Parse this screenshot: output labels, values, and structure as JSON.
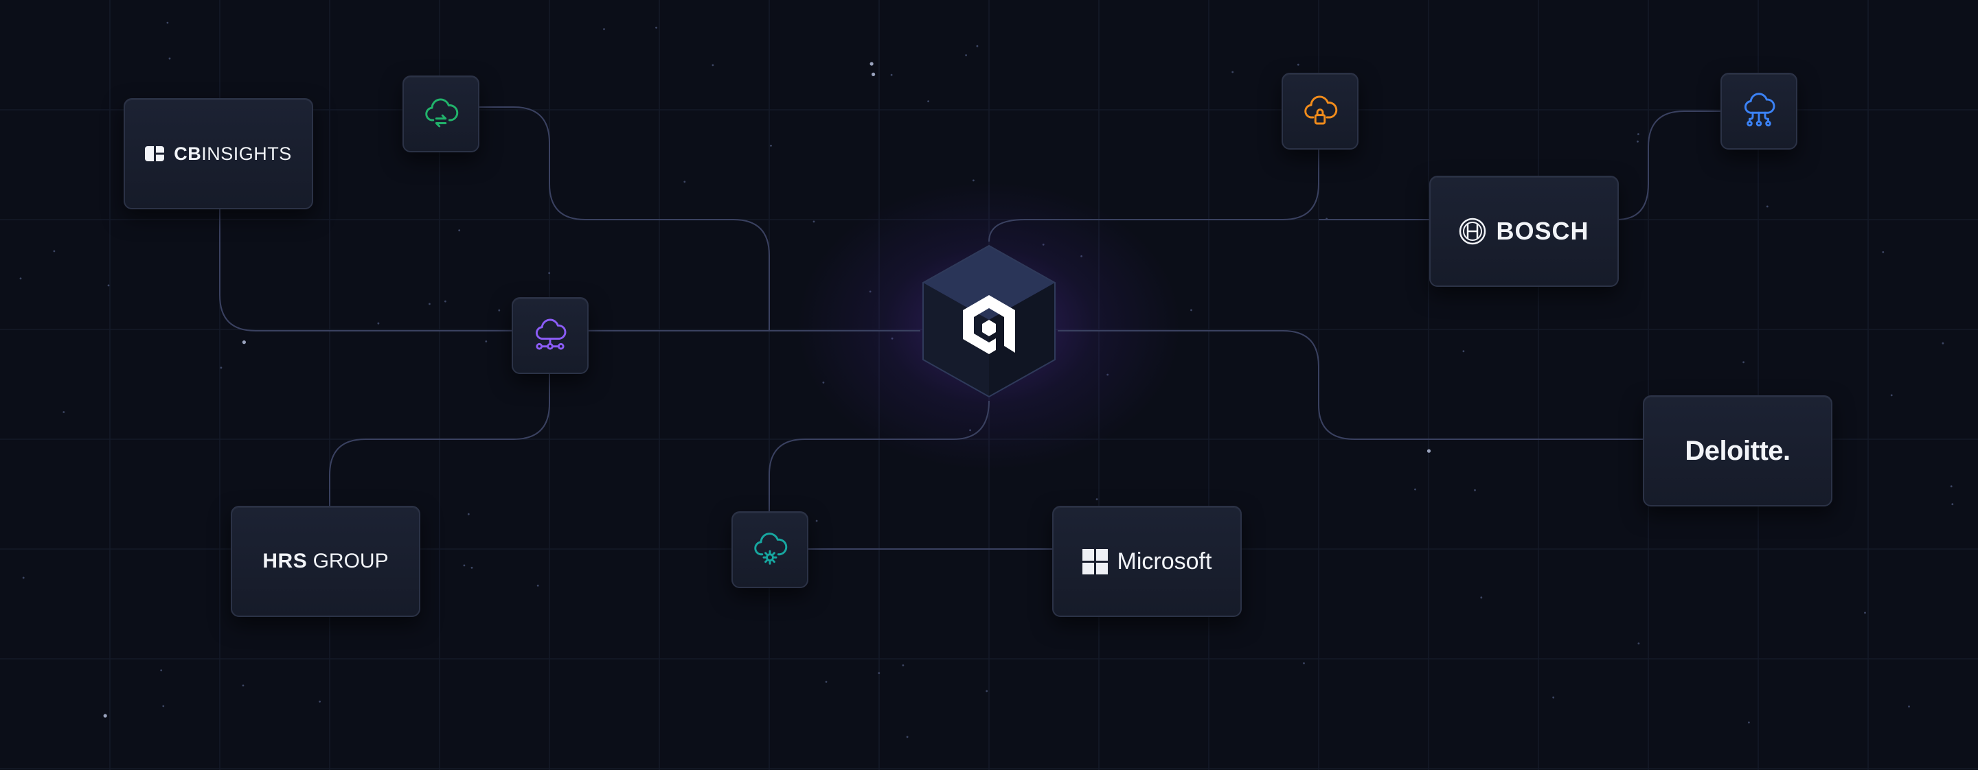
{
  "colors": {
    "background": "#0b0e18",
    "line": "#3a4160",
    "green_icon": "#21b36b",
    "purple_icon": "#8b5cf6",
    "teal_icon": "#17a7a0",
    "orange_icon": "#f28c1b",
    "blue_icon": "#3b82f6",
    "hub_glow": "#5b2fb8"
  },
  "hub": {
    "icon": "ai-platform-logo-icon"
  },
  "partners": {
    "cbinsights": {
      "bold": "CB",
      "light": "INSIGHTS",
      "icon": "cb-mark-icon"
    },
    "hrs": {
      "bold": "HRS",
      "light": " GROUP"
    },
    "microsoft": {
      "label": "Microsoft",
      "icon": "microsoft-grid-icon"
    },
    "bosch": {
      "label": "BOSCH",
      "icon": "bosch-emblem-icon"
    },
    "deloitte": {
      "label": "Deloitte."
    }
  },
  "cloud_icons": [
    {
      "id": "sync",
      "icon": "cloud-sync-icon",
      "color": "#21b36b"
    },
    {
      "id": "network",
      "icon": "cloud-network-icon",
      "color": "#8b5cf6"
    },
    {
      "id": "settings",
      "icon": "cloud-settings-icon",
      "color": "#17a7a0"
    },
    {
      "id": "lock",
      "icon": "cloud-lock-icon",
      "color": "#f28c1b"
    },
    {
      "id": "connect",
      "icon": "cloud-connect-icon",
      "color": "#3b82f6"
    }
  ]
}
